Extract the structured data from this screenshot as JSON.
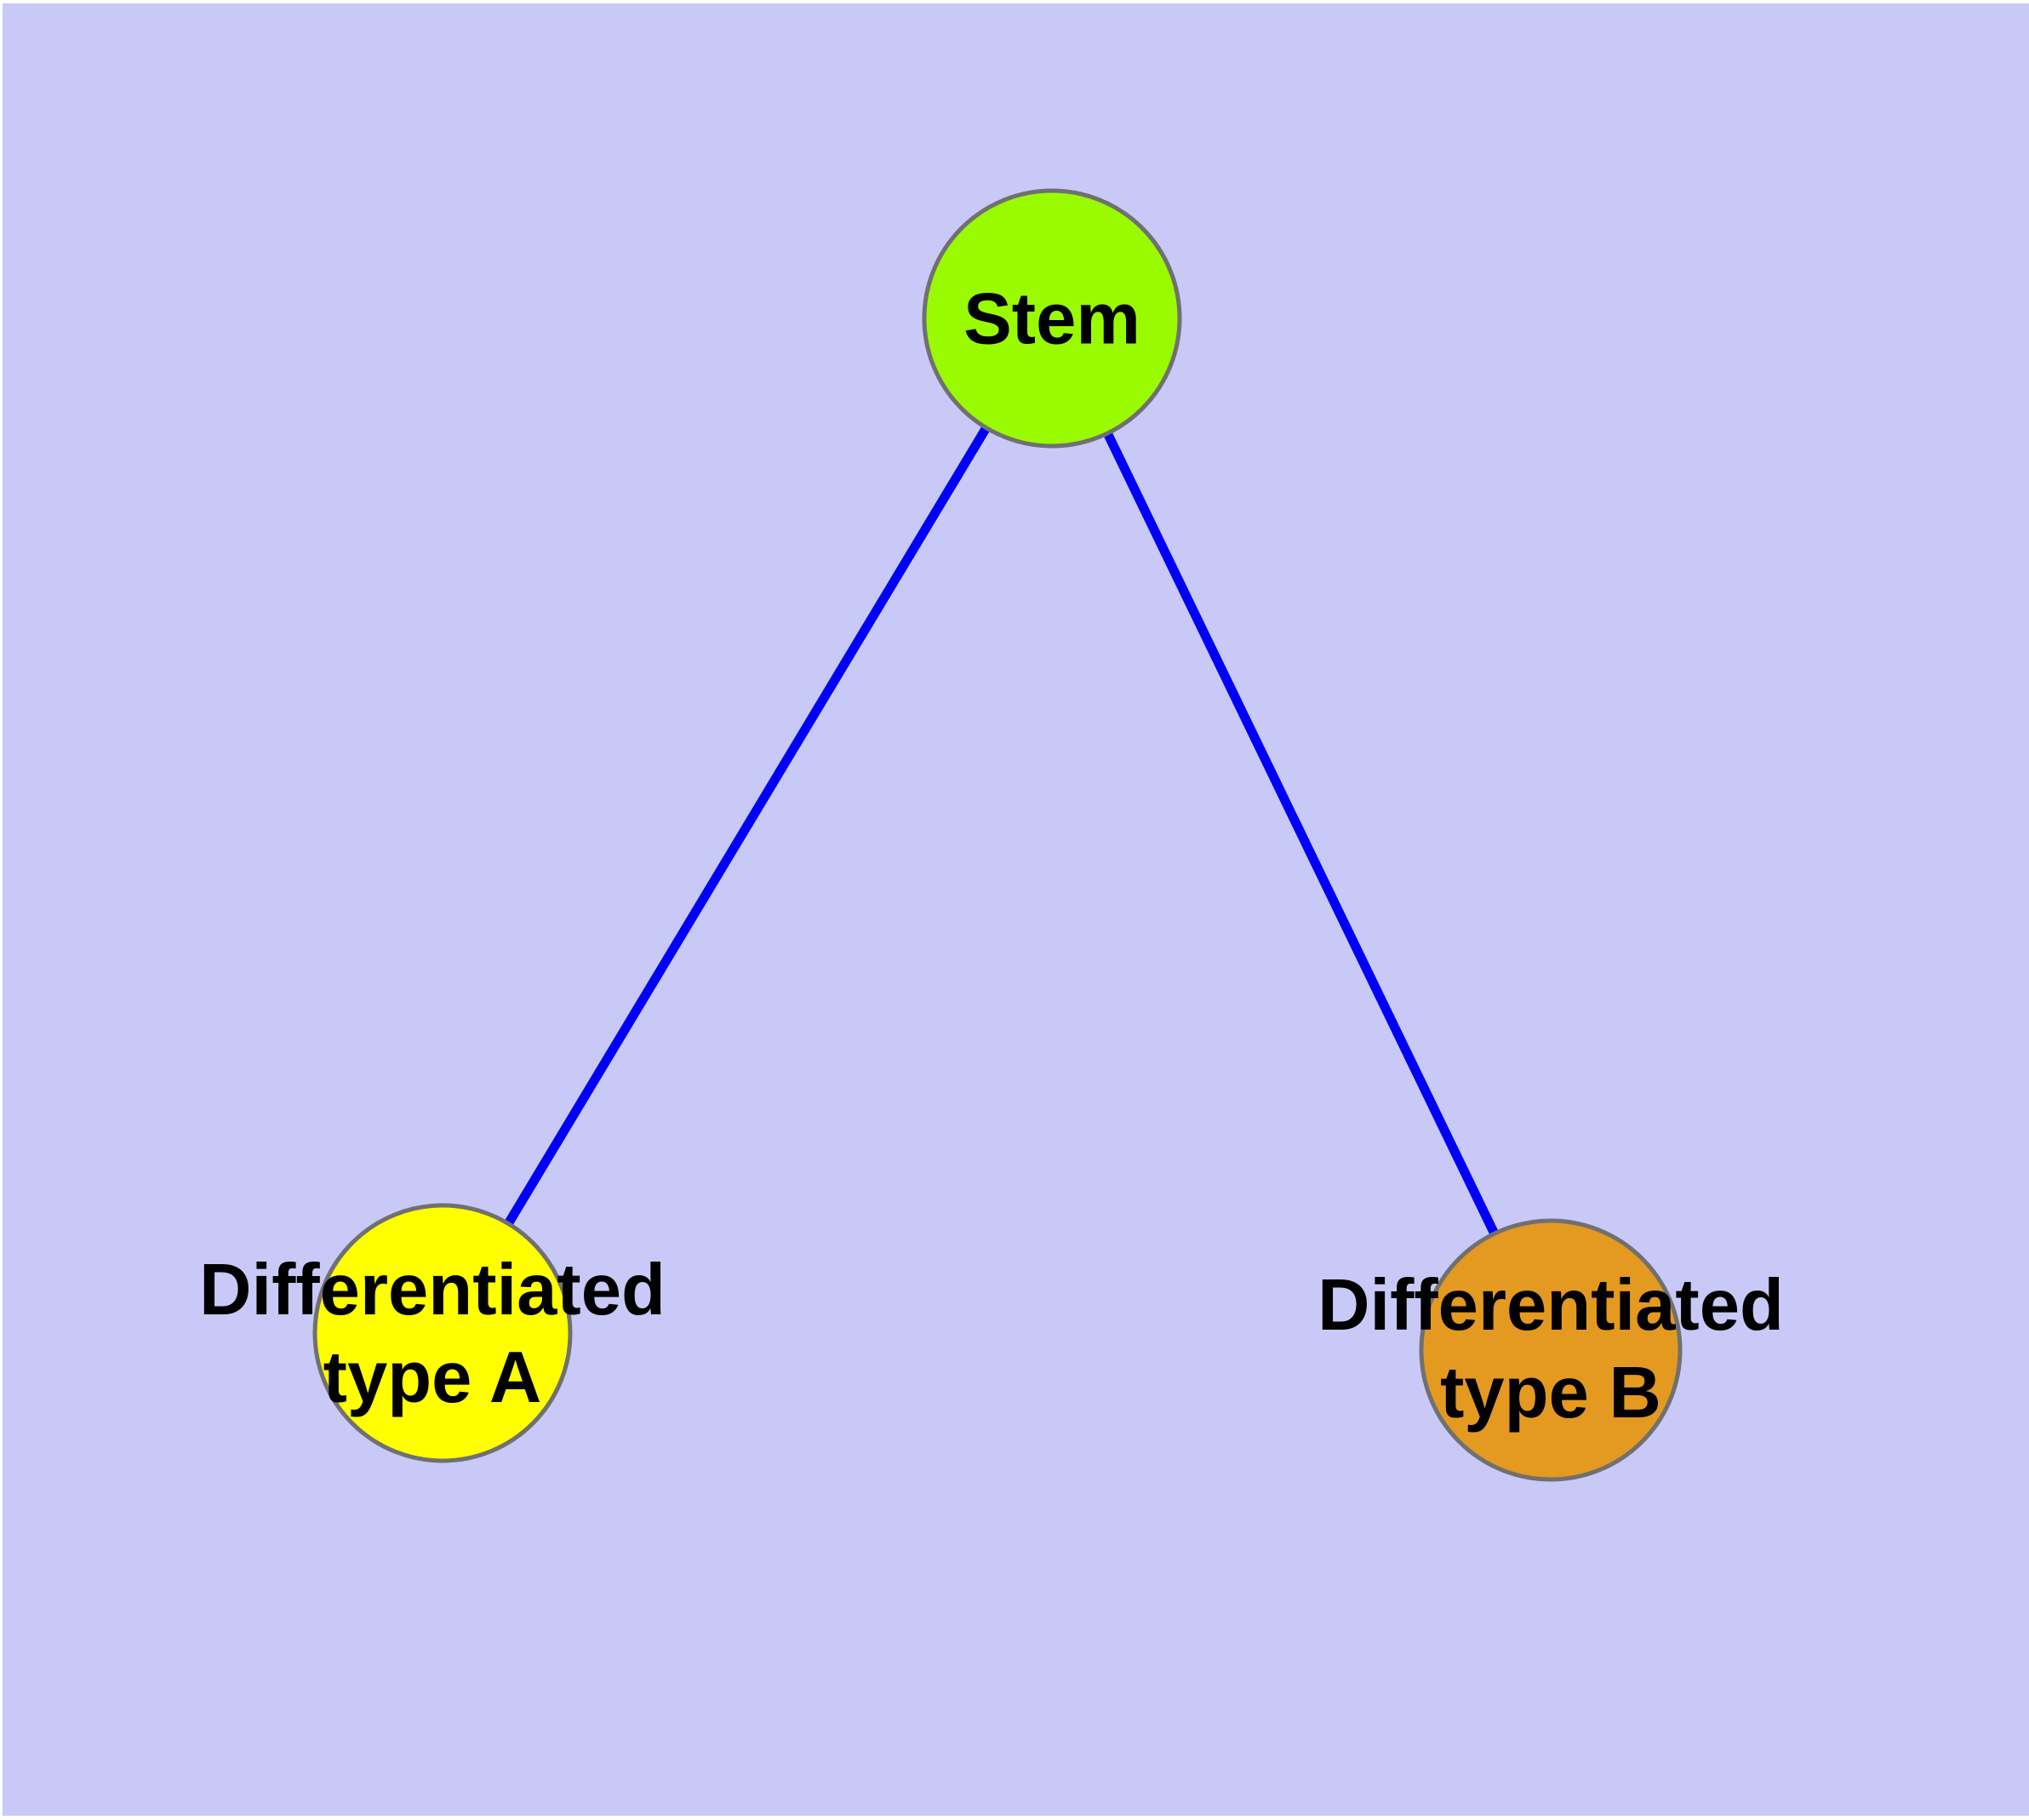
{
  "diagram": {
    "title": "stem-cell-differentiation-graph",
    "canvas": {
      "background_color": "#C9C9F8",
      "margin_color": "#FFFFFF"
    },
    "style": {
      "edge_color": "#0000F8",
      "node_border_color": "#707070",
      "label_color": "#000000"
    },
    "nodes": [
      {
        "id": "stem",
        "label": "Stem",
        "fill": "#9AFB00"
      },
      {
        "id": "diff-a",
        "label": "Differentiated\ntype A",
        "fill": "#FFFF00"
      },
      {
        "id": "diff-b",
        "label": "Differentiated\ntype B",
        "fill": "#E49920"
      }
    ],
    "edges": [
      {
        "from": "Stem",
        "to": "Differentiated type A"
      },
      {
        "from": "Stem",
        "to": "Differentiated type B"
      }
    ]
  }
}
